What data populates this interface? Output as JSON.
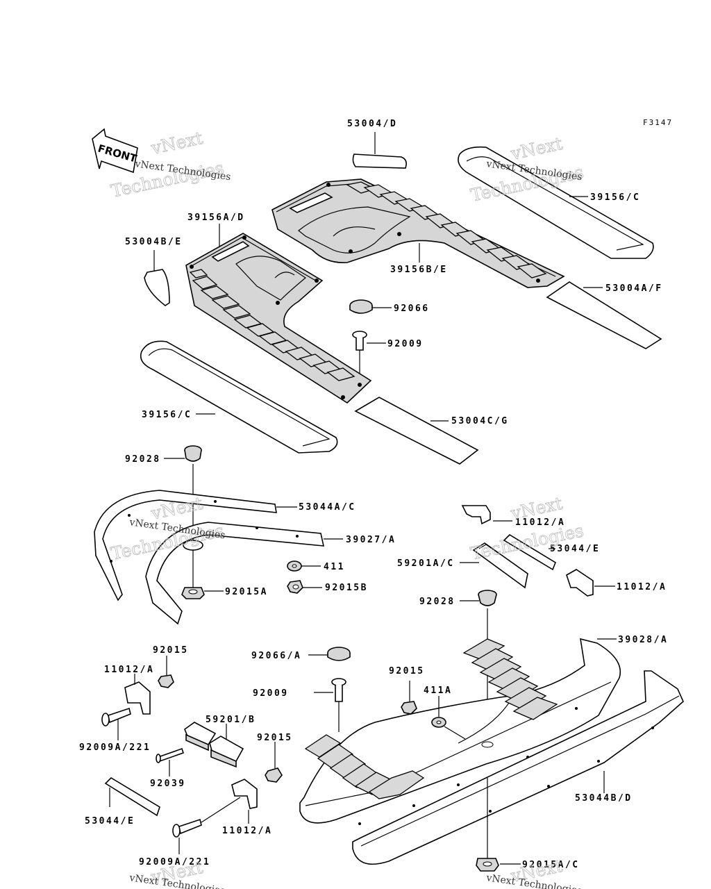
{
  "figure_code": "F3147",
  "front_label": "FRONT",
  "watermark": {
    "brand": "vNext",
    "tag": "Technologies",
    "full": "vNext Technologies"
  },
  "parts": {
    "p_53004_D": "53004/D",
    "p_39156_C_top": "39156/C",
    "p_39156_AD": "39156A/D",
    "p_53004B_E": "53004B/E",
    "p_39156B_E": "39156B/E",
    "p_53004A_F": "53004A/F",
    "p_92066": "92066",
    "p_92009": "92009",
    "p_39156_C_left": "39156/C",
    "p_53004C_G": "53004C/G",
    "p_92028_left": "92028",
    "p_53044A_C": "53044A/C",
    "p_39027_A": "39027/A",
    "p_411": "411",
    "p_92015A": "92015A",
    "p_92015B": "92015B",
    "p_11012_A_top": "11012/A",
    "p_53044_E_right": "53044/E",
    "p_59201A_C": "59201A/C",
    "p_11012_A_right": "11012/A",
    "p_92028_right": "92028",
    "p_39028_A": "39028/A",
    "p_92015_left": "92015",
    "p_11012_A_left": "11012/A",
    "p_92009A_221_top": "92009A/221",
    "p_92066_A": "92066/A",
    "p_92009_mid": "92009",
    "p_92015_mid": "92015",
    "p_411A": "411A",
    "p_59201_B": "59201/B",
    "p_92015_low": "92015",
    "p_92039": "92039",
    "p_53044_E_left": "53044/E",
    "p_11012_A_low": "11012/A",
    "p_53044B_D": "53044B/D",
    "p_92009A_221_bottom": "92009A/221",
    "p_92015A_C": "92015A/C"
  }
}
